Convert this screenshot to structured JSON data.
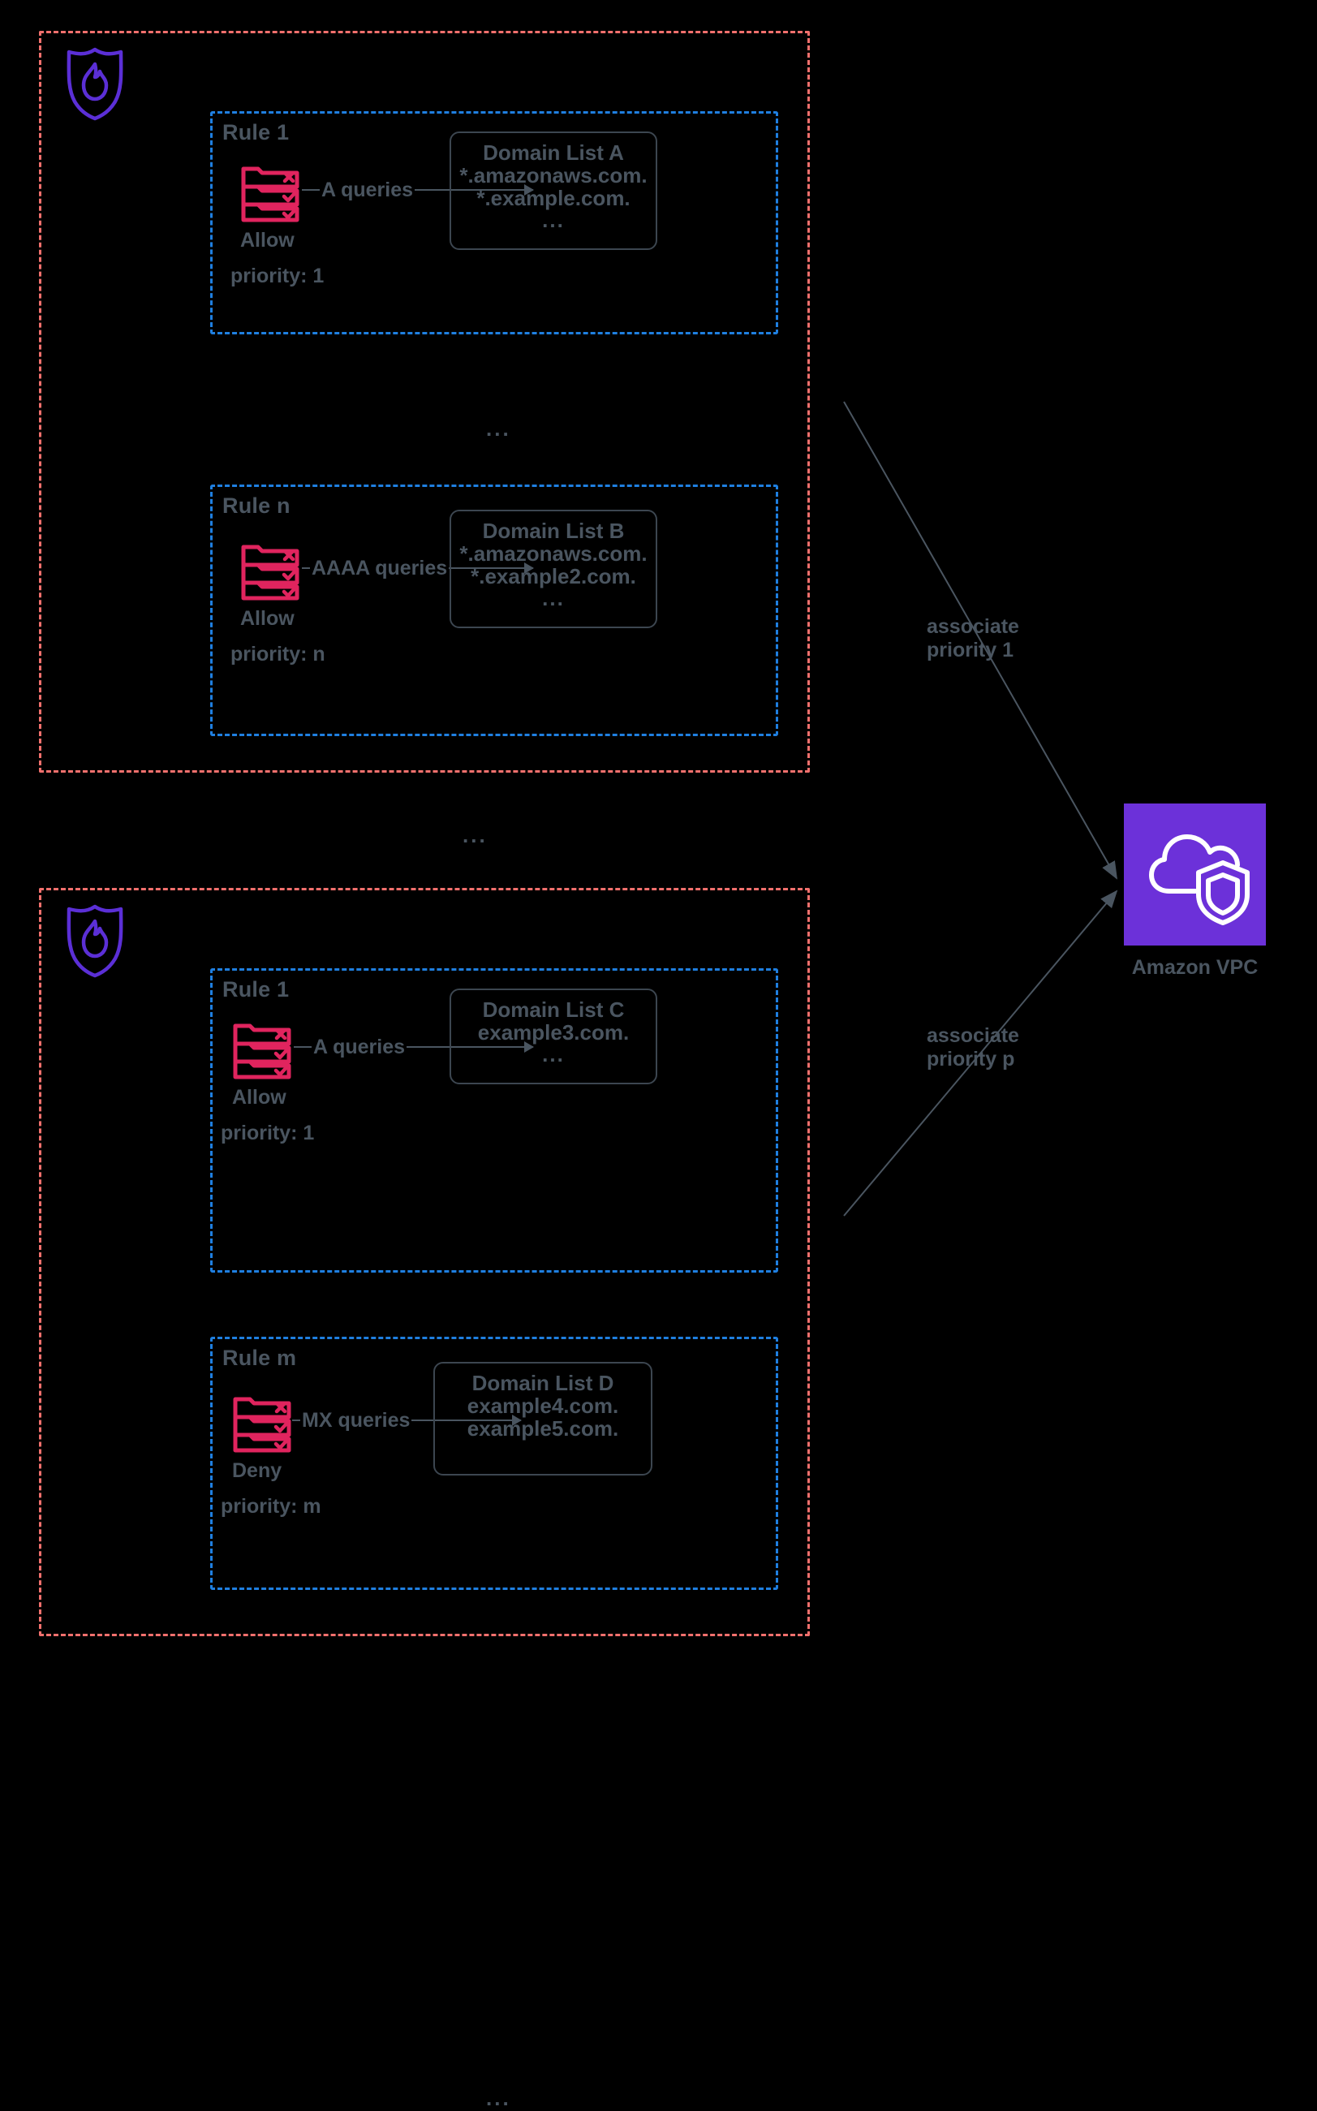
{
  "diagram": {
    "title": "Route 53 Resolver DNS Firewall rule groups associated with a VPC",
    "colors": {
      "rule_group_border": "#f2706d",
      "rule_border": "#1f7fe0",
      "rule_icon": "#e0245e",
      "firewall_badge": "#5b2fd6",
      "vpc_tile": "#6c31d9",
      "text": "#4a5560",
      "domain_box_border": "#3c4650",
      "connector": "#4a5560"
    },
    "ellipsis": "..."
  },
  "rule_groups": [
    {
      "id": "rule-group-1",
      "badge_icon": "firewall-shield-icon",
      "separator": "...",
      "rules": [
        {
          "title": "Rule 1",
          "icon": "rule-list-icon",
          "action": "Allow",
          "priority": "priority: 1",
          "query_label": "A queries",
          "domain_list": {
            "name": "Domain List A",
            "entries": [
              "*.amazonaws.com.",
              "*.example.com."
            ],
            "more": "..."
          }
        },
        {
          "title": "Rule n",
          "icon": "rule-list-icon",
          "action": "Allow",
          "priority": "priority: n",
          "query_label": "AAAA queries",
          "domain_list": {
            "name": "Domain List B",
            "entries": [
              "*.amazonaws.com.",
              "*.example2.com."
            ],
            "more": "..."
          }
        }
      ]
    },
    {
      "id": "rule-group-2",
      "badge_icon": "firewall-shield-icon",
      "separator": "...",
      "rules": [
        {
          "title": "Rule 1",
          "icon": "rule-list-icon",
          "action": "Allow",
          "priority": "priority: 1",
          "query_label": "A queries",
          "domain_list": {
            "name": "Domain List C",
            "entries": [
              "example3.com."
            ],
            "more": "..."
          }
        },
        {
          "title": "Rule m",
          "icon": "rule-list-icon",
          "action": "Deny",
          "priority": "priority: m",
          "query_label": "MX queries",
          "domain_list": {
            "name": "Domain List D",
            "entries": [
              "example4.com.",
              "example5.com."
            ],
            "more": ""
          }
        }
      ]
    }
  ],
  "group_separator": "...",
  "associations": [
    {
      "line1": "associate",
      "line2": "priority 1"
    },
    {
      "line1": "associate",
      "line2": "priority p"
    }
  ],
  "vpc": {
    "label": "Amazon VPC",
    "icon": "vpc-cloud-shield-icon"
  }
}
